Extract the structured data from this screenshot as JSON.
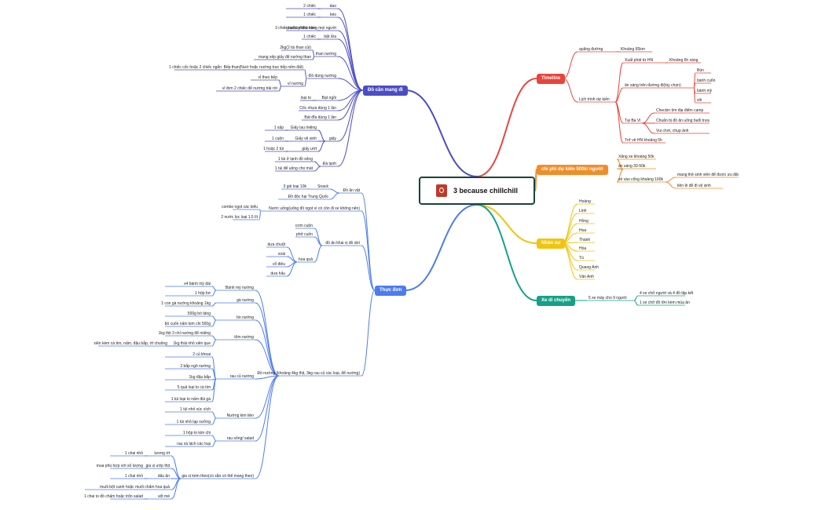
{
  "root": {
    "title": "3 because chillchill",
    "icon": "book-icon"
  },
  "colors": {
    "timeline": "#e8453c",
    "budget": "#f28c28",
    "people": "#f1c40f",
    "transport": "#16a085",
    "packing": "#4b4dc4",
    "menu": "#4d7cf0"
  },
  "timeline": {
    "label": "Timeline",
    "distance_label": "quãng đường",
    "distance_value": "Khoảng 65km",
    "schedule_label": "Lịch trình dự kiến",
    "depart_label": "Xuất phát từ HN",
    "depart_time": "Khoảng 6h sáng",
    "breakfast_label": "ăn sáng trên đường đi(tùy chọn)",
    "breakfast_items": [
      "Bún",
      "bánh cuốn",
      "bánh mỳ",
      "xôi"
    ],
    "bavi_label": "Tại Ba Vì",
    "bavi_items": [
      "Checkin tìm địa điểm camp",
      "Chuẩn bị đồ ăn uống buổi trưa",
      "Vui chơi, chụp ảnh"
    ],
    "return": "Trở về HN khoảng 5h"
  },
  "budget": {
    "label": "chi phí dự kiến 500k/ người",
    "items": [
      "Xăng xe khoảng 50k",
      "ăn sáng 30-50k",
      "vé vào cổng khoảng 100k"
    ],
    "ticket_notes": [
      "mang thẻ sinh viên để được ưu đãi",
      "tiền lẻ để đi vệ sinh"
    ]
  },
  "people": {
    "label": "Nhân sự",
    "names": [
      "Hoàng",
      "Linh",
      "Hồng",
      "Hoa",
      "Thành",
      "Hòa",
      "Tú",
      "Quang Anh",
      "Văn Anh"
    ]
  },
  "transport": {
    "label": "Xe di chuyển",
    "main": "5 xe máy cho 9 người",
    "items": [
      "4 xe chở người và 4 đồ tập kết",
      "1 xe chở đồ lớn kèm mùa ăn"
    ]
  },
  "packing": {
    "label": "Đồ cần mang đi",
    "g1": {
      "items": [
        [
          "2 chiếc",
          "dao"
        ],
        [
          "1 chiếc",
          "kéo"
        ],
        [
          "3 chiếc hoặc nhiều hơn",
          "quạt tùy khả năng mọi người"
        ]
      ]
    },
    "lighter": [
      "1 chiếc",
      "bật lửa"
    ],
    "charcoal_label": "than nướng",
    "charcoal_items": [
      "2kg(2 túi than củi)",
      "mang xếp giấy để nướng than"
    ],
    "grill_label": "Đồ dùng nướng",
    "grill_stove": "Bếp than(Nướ hoặc nướng trực tiếp nếm đất)",
    "grill_stove_qty": "1 chiếc cốc hoặc 2 chiếc ngắn",
    "rack_label": "vỉ nướng",
    "rack_items": [
      "vỉ theo bếp",
      "vỉ đơn 2 chiếc để nướng trải rời"
    ],
    "mat": [
      "loại to",
      "Bạt ngồi"
    ],
    "cups": "Cốc nhựa dùng 1 lần",
    "bowls": "Bát đĩa dùng 1 lần",
    "paper_label": "giấy",
    "paper_items": [
      [
        "1 xấp",
        "Giấy lau miệng"
      ],
      [
        "1 cuộn",
        "Giấy vệ sinh"
      ],
      [
        "1 hoặc 2 túi",
        "giấy ướt"
      ]
    ],
    "cool_label": "Đá lạnh",
    "cool_items": [
      "1 túi ở lạnh đồ sống",
      "1 túi để uống cho mát"
    ]
  },
  "menu": {
    "label": "Thực đơn",
    "snack_group": "Đồ ăn vặt",
    "snack_items": [
      [
        "3 gói loại 10k",
        "Snack"
      ],
      [
        "Đồ độc hại Trung Quốc",
        ""
      ]
    ],
    "drinks": "Nước uống(uống đồ ngọt vì có cồn đi xe không nên)",
    "drink_items": [
      "combo ngọt các kiểu",
      "2 nước lọc loại 1.5 lít"
    ],
    "light_group": "đồ ăn khai vị đồ dơi",
    "light_items": [
      "cơm cuộn",
      "phở cuốn"
    ],
    "fruit_label": "hoa quả",
    "fruit_items": [
      "dưa chuột",
      "xoài",
      "cổ điều",
      "dưa hấu"
    ],
    "bbq_group": "Đồ nướng (khoảng 4kg thịt, 3kg rau củ các loại, để nướng)",
    "bbq": [
      [
        "Bánh mỳ nướng",
        [
          "x4 bánh mỳ dài",
          "1 hộp bơ"
        ]
      ],
      [
        "gà nướng",
        [
          "1 con gà nướng khoảng 1kg"
        ]
      ],
      [
        "bò nướng",
        [
          "500g bò tảng",
          "bỏ cuốn nấm kim chi 500g"
        ]
      ],
      [
        "tôm nướng",
        [
          "1kg thịt 3 chỉ nướng để miếng",
          "1kg thái nhỏ xiên que"
        ]
      ],
      [
        "rau củ nướng",
        [
          "2 củ khoai",
          "2 bắp ngô nướng",
          "1kg đậu bắp",
          "5 quả loại to cà tím",
          "1 túi loại to nấm đùi gà"
        ]
      ],
      [
        "Nướng kim tiền",
        [
          "1 túi nhỏ xúc xích",
          "1 túi nhỏ lạp xưởng"
        ]
      ],
      [
        "rau sống/ salad",
        [
          "1 hộp to kim chi",
          "rau xà lách các loại"
        ]
      ]
    ],
    "skewer_note": "xiên kèm cà tím, nấm, đậu bắp, ớt chuông",
    "spice_group": "gia vị kèm theo(có sẵn có thể mang theo)",
    "spices": [
      [
        "1 chai nhỏ",
        "tương ớt"
      ],
      [
        "mua phù hợp với số lượng",
        "gia vị ướp thịt"
      ],
      [
        "1 chai nhỏ",
        "dầu ăn"
      ],
      [
        "muối bột canh hoặc muối chấm hoa quả",
        ""
      ],
      [
        "1 chai to đồ chấm hoặc trộn salad",
        "sốt mè"
      ]
    ]
  }
}
